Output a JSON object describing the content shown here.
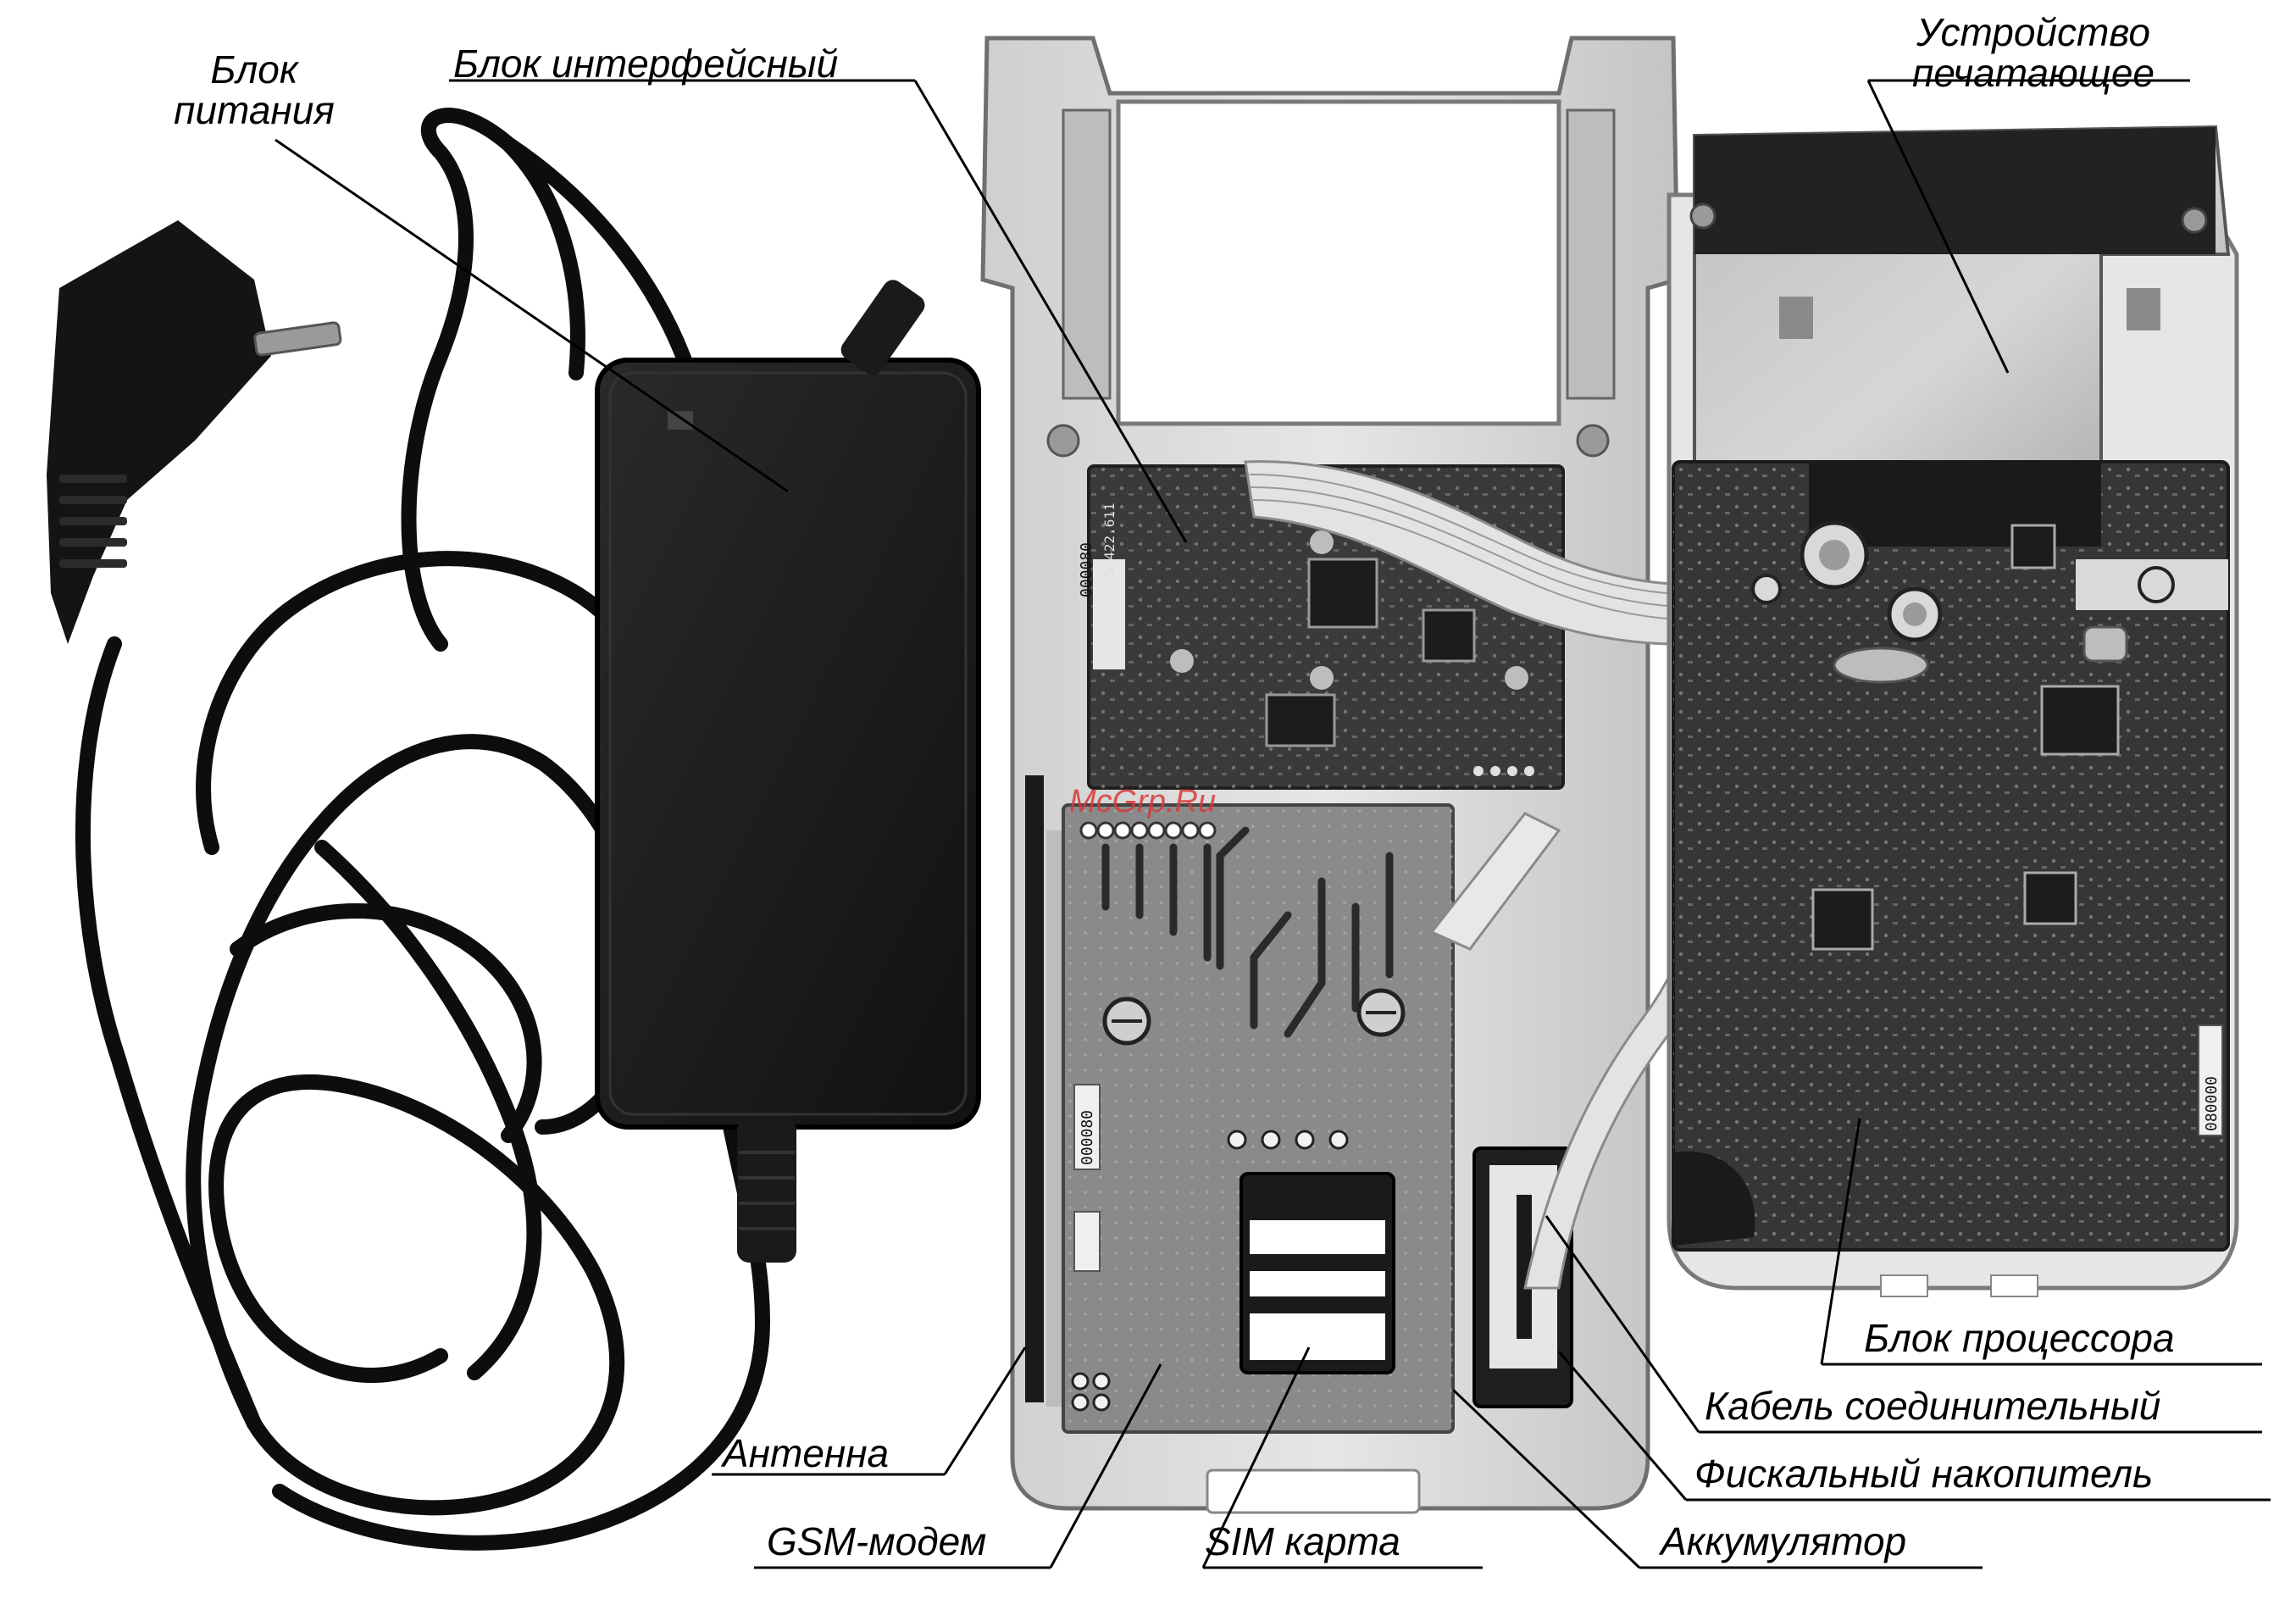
{
  "labels": {
    "power_block_line1": "Блок",
    "power_block_line2": "питания",
    "interface_block": "Блок интерфейсный",
    "printer_line1": "Устройство",
    "printer_line2": "печатающее",
    "processor_block": "Блок процессора",
    "connecting_cable": "Кабель соединительный",
    "fiscal_storage": "Фискальный накопитель",
    "battery": "Аккумулятор",
    "sim_card": "SIM карта",
    "gsm_modem": "GSM-модем",
    "antenna": "Антенна"
  },
  "watermark": "McGrp.Ru",
  "board_marks": {
    "serial_a": "000080",
    "serial_b": "000080",
    "serial_c": "080000",
    "part_no": "5.422.611"
  },
  "colors": {
    "background": "#ffffff",
    "cable": "#0d0d0d",
    "adapter": "#1a1a1a",
    "housing": "#d9d9d9",
    "pcb": "#3a3a3a",
    "modem_pcb": "#8a8a8a",
    "watermark": "#d63a3a"
  }
}
